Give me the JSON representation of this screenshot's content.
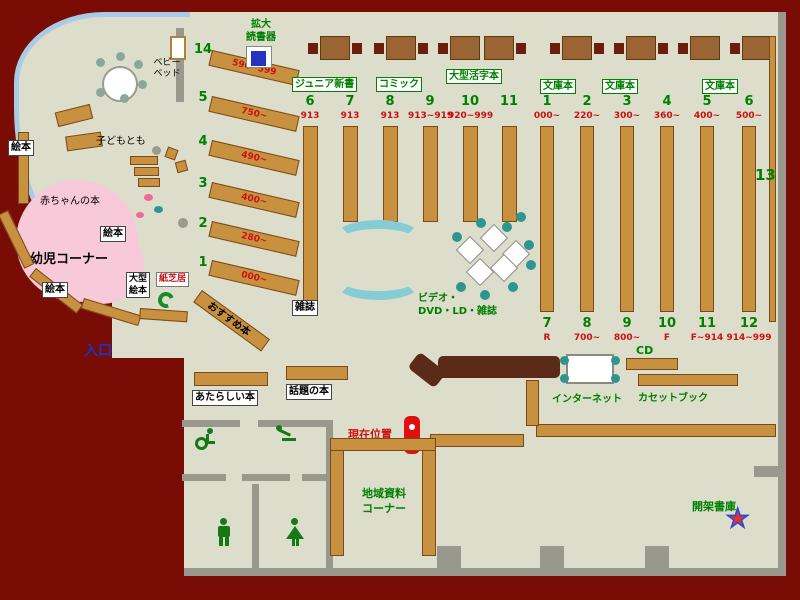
{
  "colors": {
    "outside": "#7a0c06",
    "floor": "#dcddca",
    "wall": "#98988c",
    "shelf": "#c8913f",
    "counter": "#5c2a18",
    "accent_green": "#008000",
    "accent_red": "#cc1111",
    "entrance_blue": "#1736cc",
    "glass_blue": "#a9cbe7",
    "couch_cyan": "#85ccd4",
    "kids_pink": "#f8c9d9"
  },
  "entrance_label": "入口",
  "kids": {
    "area_label": "幼児コーナー",
    "baby_books_label": "赤ちゃんの本",
    "kodomo_label": "子どもとも",
    "baby_bed_line1": "ベビー",
    "baby_bed_line2": "ベッド",
    "ehon1": "絵本",
    "ehon2": "絵本",
    "ehon3": "絵本",
    "large_ehon_line1": "大型",
    "large_ehon_line2": "絵本",
    "kamishibai_label": "紙芝居"
  },
  "magnifier": {
    "line1": "拡大",
    "line2": "読書器"
  },
  "diagonal_shelves": [
    {
      "num": "14",
      "range": "590~599"
    },
    {
      "num": "5",
      "range": "750~"
    },
    {
      "num": "4",
      "range": "490~"
    },
    {
      "num": "3",
      "range": "400~"
    },
    {
      "num": "2",
      "range": "280~"
    },
    {
      "num": "1",
      "range": "000~"
    }
  ],
  "genre_labels": {
    "junior": "ジュニア新書",
    "comic": "コミック",
    "large_print": "大型活字本",
    "bunko1": "文庫本",
    "bunko2": "文庫本",
    "bunko3": "文庫本"
  },
  "shelves_left_top": [
    {
      "num": "6",
      "range": "913"
    },
    {
      "num": "7",
      "range": "913"
    },
    {
      "num": "8",
      "range": "913"
    },
    {
      "num": "9",
      "range": "913~919"
    },
    {
      "num": "10",
      "range": "920~999"
    },
    {
      "num": "11",
      "range": ""
    }
  ],
  "shelves_right_top": [
    {
      "num": "1",
      "range": "000~"
    },
    {
      "num": "2",
      "range": "220~"
    },
    {
      "num": "3",
      "range": "300~"
    },
    {
      "num": "4",
      "range": "360~"
    },
    {
      "num": "5",
      "range": "400~"
    },
    {
      "num": "6",
      "range": "500~"
    }
  ],
  "shelves_right_bottom": [
    {
      "num": "7",
      "range": "R"
    },
    {
      "num": "8",
      "range": "700~"
    },
    {
      "num": "9",
      "range": "800~"
    },
    {
      "num": "10",
      "range": "F"
    },
    {
      "num": "11",
      "range": "F~914"
    },
    {
      "num": "12",
      "range": "914~999"
    }
  ],
  "shelf13_label": "13",
  "magazines_label": "雑誌",
  "recommended_label": "おすすめ本",
  "av_corner": {
    "line1": "ビデオ・",
    "line2": "DVD・LD・雑誌"
  },
  "cd_label": "CD",
  "internet_label": "インターネット",
  "cassette_label": "カセットブック",
  "new_books_label": "あたらしい本",
  "topic_books_label": "話題の本",
  "current_location_label": "現在位置",
  "local_corner": {
    "line1": "地域資料",
    "line2": "コーナー"
  },
  "stacks_label": "開架書庫",
  "star_glyph": "★"
}
